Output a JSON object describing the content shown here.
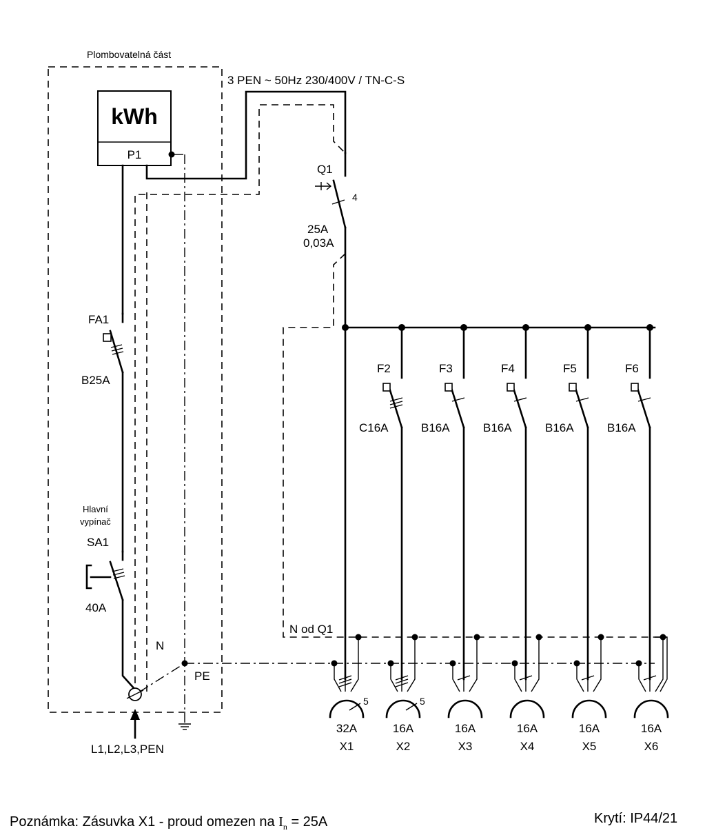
{
  "sealable_label": "Plombovatelná část",
  "supply_label": "3 PEN ~ 50Hz  230/400V / TN-C-S",
  "meter": {
    "top": "kWh",
    "bottom": "P1"
  },
  "rcd": {
    "name": "Q1",
    "poles": "4",
    "current": "25A",
    "residual": "0,03A"
  },
  "fa1": {
    "name": "FA1",
    "rating": "B25A"
  },
  "main_switch": {
    "caption_line1": "Hlavní",
    "caption_line2": "vypínač",
    "name": "SA1",
    "rating": "40A"
  },
  "labels": {
    "n": "N",
    "pe": "PE",
    "n_from_q1": "N od Q1",
    "input": "L1,L2,L3,PEN"
  },
  "breakers": [
    {
      "name": "F2",
      "rating": "C16A"
    },
    {
      "name": "F3",
      "rating": "B16A"
    },
    {
      "name": "F4",
      "rating": "B16A"
    },
    {
      "name": "F5",
      "rating": "B16A"
    },
    {
      "name": "F6",
      "rating": "B16A"
    }
  ],
  "sockets": [
    {
      "rating": "32A",
      "name": "X1",
      "poles": "5"
    },
    {
      "rating": "16A",
      "name": "X2",
      "poles": "5"
    },
    {
      "rating": "16A",
      "name": "X3",
      "poles": ""
    },
    {
      "rating": "16A",
      "name": "X4",
      "poles": ""
    },
    {
      "rating": "16A",
      "name": "X5",
      "poles": ""
    },
    {
      "rating": "16A",
      "name": "X6",
      "poles": ""
    }
  ],
  "note": {
    "prefix": "Poznámka: Zásuvka X1 - proud omezen na ",
    "symbol_main": "I",
    "symbol_sub": "n",
    "suffix": " = 25A"
  },
  "protection": "Krytí: IP44/21"
}
